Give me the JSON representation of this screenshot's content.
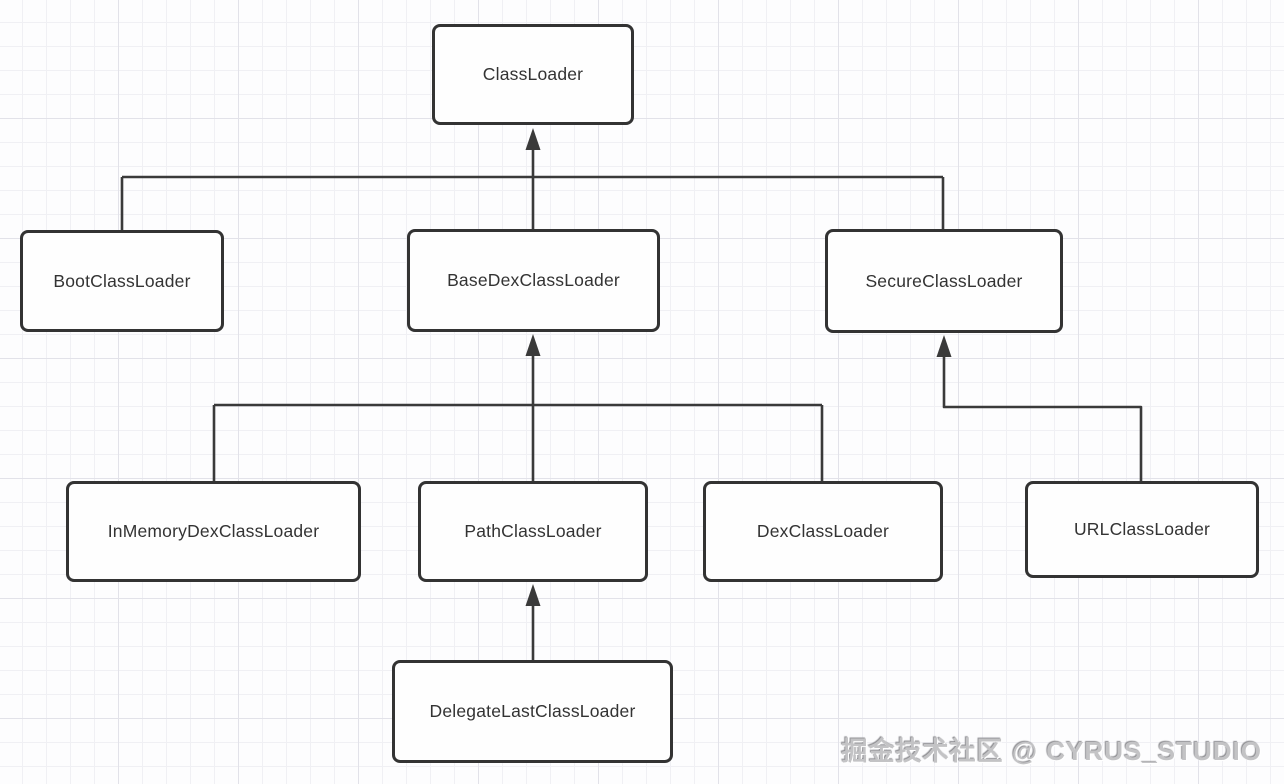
{
  "diagram": {
    "title_meaning": "Android ClassLoader inheritance hierarchy",
    "nodes": {
      "classLoader": {
        "label": "ClassLoader"
      },
      "bootClassLoader": {
        "label": "BootClassLoader"
      },
      "baseDexClassLoader": {
        "label": "BaseDexClassLoader"
      },
      "secureClassLoader": {
        "label": "SecureClassLoader"
      },
      "inMemoryDexClassLoader": {
        "label": "InMemoryDexClassLoader"
      },
      "pathClassLoader": {
        "label": "PathClassLoader"
      },
      "dexClassLoader": {
        "label": "DexClassLoader"
      },
      "urlClassLoader": {
        "label": "URLClassLoader"
      },
      "delegateLastClassLoader": {
        "label": "DelegateLastClassLoader"
      }
    },
    "edges": [
      {
        "from": "BootClassLoader",
        "to": "ClassLoader",
        "arrow": false
      },
      {
        "from": "BaseDexClassLoader",
        "to": "ClassLoader",
        "arrow": true
      },
      {
        "from": "SecureClassLoader",
        "to": "ClassLoader",
        "arrow": false
      },
      {
        "from": "InMemoryDexClassLoader",
        "to": "BaseDexClassLoader",
        "arrow": false
      },
      {
        "from": "PathClassLoader",
        "to": "BaseDexClassLoader",
        "arrow": true
      },
      {
        "from": "DexClassLoader",
        "to": "BaseDexClassLoader",
        "arrow": false
      },
      {
        "from": "URLClassLoader",
        "to": "SecureClassLoader",
        "arrow": true
      },
      {
        "from": "DelegateLastClassLoader",
        "to": "PathClassLoader",
        "arrow": true
      }
    ],
    "colors": {
      "node_border": "#333333",
      "node_fill": "#fefefe",
      "edge_line": "#3a3a3a",
      "grid_minor": "#f0f0f4",
      "grid_major": "#e2e2e9",
      "canvas_background": "#fdfdfe",
      "label_text": "#333333",
      "watermark_text": "#c3c3c5"
    }
  },
  "watermark": {
    "text": "掘金技术社区 @ CYRUS_STUDIO"
  }
}
